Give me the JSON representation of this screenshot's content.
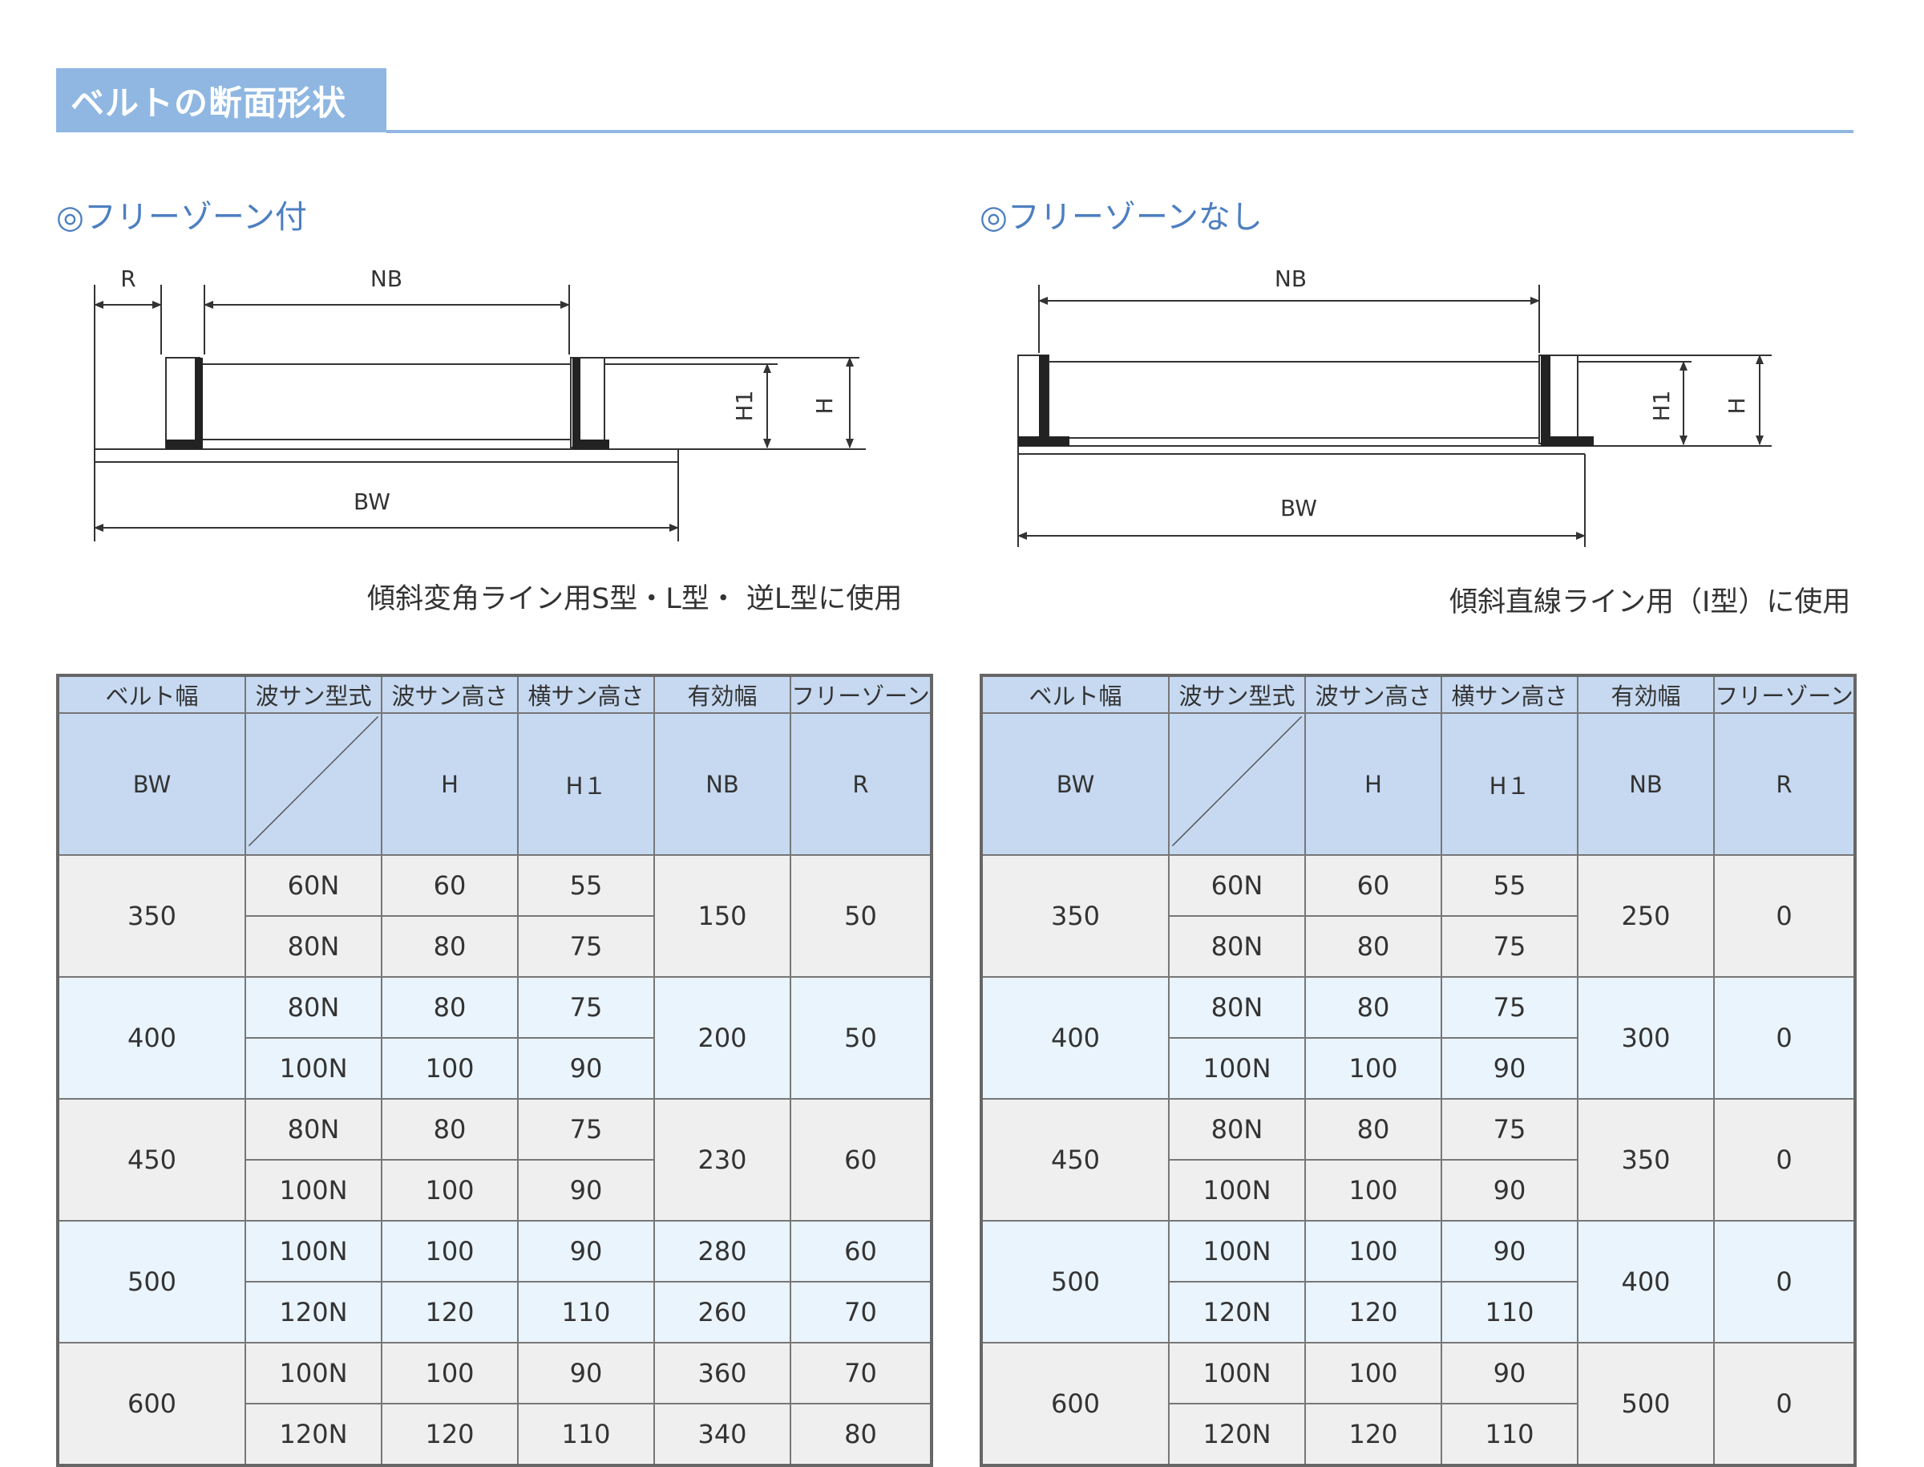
{
  "section_title": "ベルトの断面形状",
  "left": {
    "subtitle": "◎フリーゾーン付",
    "dims": {
      "r": "R",
      "nb": "NB",
      "bw": "BW",
      "h1": "H1",
      "h": "H"
    },
    "caption": "傾斜変角ライン用S型・L型・ 逆L型に使用",
    "table": {
      "headers_top": [
        "ベルト幅",
        "波サン型式",
        "波サン高さ",
        "横サン高さ",
        "有効幅",
        "フリーゾーン"
      ],
      "headers_sub": [
        "BW",
        "",
        "H",
        "H１",
        "NB",
        "R"
      ],
      "groups": [
        {
          "bw": "350",
          "rows": [
            {
              "type": "60N",
              "h": "60",
              "h1": "55"
            },
            {
              "type": "80N",
              "h": "80",
              "h1": "75"
            }
          ],
          "nb": [
            "150"
          ],
          "r": [
            "50"
          ]
        },
        {
          "bw": "400",
          "rows": [
            {
              "type": "80N",
              "h": "80",
              "h1": "75"
            },
            {
              "type": "100N",
              "h": "100",
              "h1": "90"
            }
          ],
          "nb": [
            "200"
          ],
          "r": [
            "50"
          ]
        },
        {
          "bw": "450",
          "rows": [
            {
              "type": "80N",
              "h": "80",
              "h1": "75"
            },
            {
              "type": "100N",
              "h": "100",
              "h1": "90"
            }
          ],
          "nb": [
            "230"
          ],
          "r": [
            "60"
          ]
        },
        {
          "bw": "500",
          "rows": [
            {
              "type": "100N",
              "h": "100",
              "h1": "90"
            },
            {
              "type": "120N",
              "h": "120",
              "h1": "110"
            }
          ],
          "nb": [
            "280",
            "260"
          ],
          "r": [
            "60",
            "70"
          ]
        },
        {
          "bw": "600",
          "rows": [
            {
              "type": "100N",
              "h": "100",
              "h1": "90"
            },
            {
              "type": "120N",
              "h": "120",
              "h1": "110"
            }
          ],
          "nb": [
            "360",
            "340"
          ],
          "r": [
            "70",
            "80"
          ]
        }
      ]
    }
  },
  "right": {
    "subtitle": "◎フリーゾーンなし",
    "dims": {
      "nb": "NB",
      "bw": "BW",
      "h1": "H1",
      "h": "H"
    },
    "caption": "傾斜直線ライン用（I型）に使用",
    "table": {
      "headers_top": [
        "ベルト幅",
        "波サン型式",
        "波サン高さ",
        "横サン高さ",
        "有効幅",
        "フリーゾーン"
      ],
      "headers_sub": [
        "BW",
        "",
        "H",
        "H１",
        "NB",
        "R"
      ],
      "groups": [
        {
          "bw": "350",
          "rows": [
            {
              "type": "60N",
              "h": "60",
              "h1": "55"
            },
            {
              "type": "80N",
              "h": "80",
              "h1": "75"
            }
          ],
          "nb": [
            "250"
          ],
          "r": [
            "0"
          ]
        },
        {
          "bw": "400",
          "rows": [
            {
              "type": "80N",
              "h": "80",
              "h1": "75"
            },
            {
              "type": "100N",
              "h": "100",
              "h1": "90"
            }
          ],
          "nb": [
            "300"
          ],
          "r": [
            "0"
          ]
        },
        {
          "bw": "450",
          "rows": [
            {
              "type": "80N",
              "h": "80",
              "h1": "75"
            },
            {
              "type": "100N",
              "h": "100",
              "h1": "90"
            }
          ],
          "nb": [
            "350"
          ],
          "r": [
            "0"
          ]
        },
        {
          "bw": "500",
          "rows": [
            {
              "type": "100N",
              "h": "100",
              "h1": "90"
            },
            {
              "type": "120N",
              "h": "120",
              "h1": "110"
            }
          ],
          "nb": [
            "400"
          ],
          "r": [
            "0"
          ]
        },
        {
          "bw": "600",
          "rows": [
            {
              "type": "100N",
              "h": "100",
              "h1": "90"
            },
            {
              "type": "120N",
              "h": "120",
              "h1": "110"
            }
          ],
          "nb": [
            "500"
          ],
          "r": [
            "0"
          ]
        }
      ]
    }
  }
}
